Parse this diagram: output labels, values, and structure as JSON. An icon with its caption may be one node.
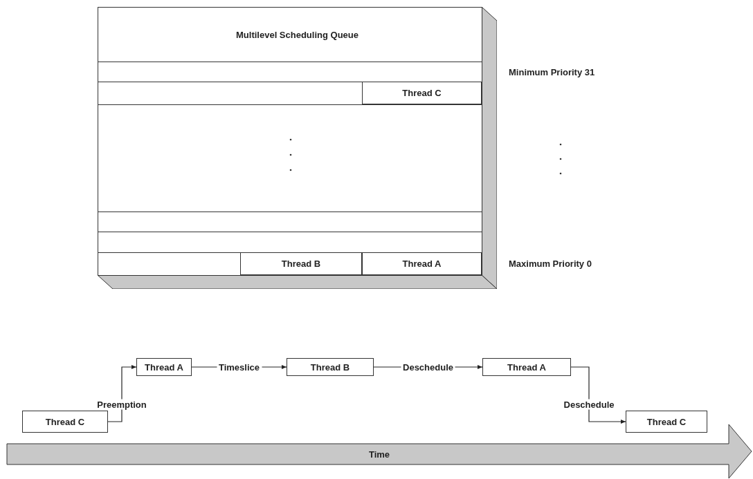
{
  "diagram": {
    "nodes": [
      {
        "text": [
          "Multilevel Scheduling Queue"
        ]
      },
      {
        "text": [
          "Thread C"
        ],
        "in": 0
      },
      {
        "text": [
          "Thread B"
        ],
        "in": 0
      },
      {
        "text": [
          "Thread A"
        ],
        "in": 0
      },
      {
        "text": [
          "Thread A"
        ]
      },
      {
        "text": [
          "Thread B"
        ]
      },
      {
        "text": [
          "Thread A"
        ]
      },
      {
        "text": [
          "Thread C"
        ]
      },
      {
        "text": [
          "Thread C"
        ]
      },
      {
        "text": [
          "Time"
        ]
      }
    ],
    "edges": [
      {
        "from": 7,
        "to": 4,
        "label": "Preemption",
        "arrow": "to"
      },
      {
        "from": 4,
        "to": 5,
        "label": "Timeslice",
        "arrow": "to"
      },
      {
        "from": 5,
        "to": 6,
        "label": "Deschedule",
        "arrow": "to"
      },
      {
        "from": 6,
        "to": 8,
        "label": "Deschedule",
        "arrow": "to"
      }
    ],
    "labels": [
      "Minimum Priority 31",
      "Maximum Priority 0"
    ]
  }
}
